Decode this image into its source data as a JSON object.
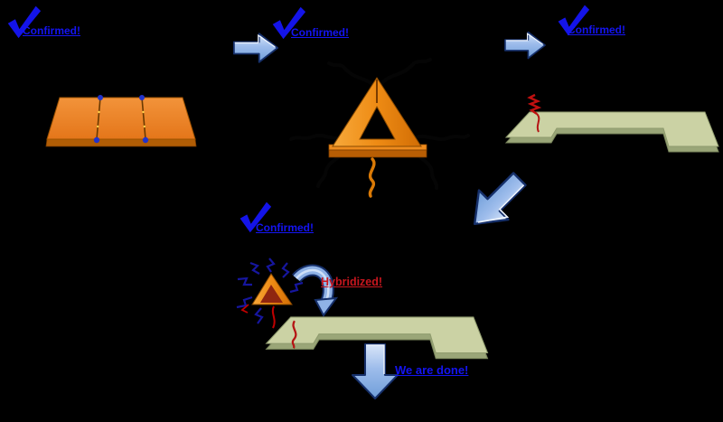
{
  "canvas": {
    "background": "#000000"
  },
  "labels": {
    "step1_status": "Confirmed!",
    "step2_status": "Confirmed!",
    "step3_status": "Confirmed!",
    "step4_status": "Confirmed!",
    "hybridized_annotation": "Hybridized!",
    "final_caption": "We are done!"
  },
  "colors": {
    "background": "#000000",
    "checkmark_blue": "#1414e8",
    "label_blue": "#1414f2",
    "label_red": "#c8161e",
    "panel_orange": "#ed7c1f",
    "panel_orange_dark": "#b15d05",
    "substrate_green": "#cbd2a4",
    "substrate_green_dark": "#9aa678",
    "arrow_fill": "#8fb2e2",
    "arrow_fill_light": "#cfe0f7",
    "arrow_outline": "#16306b",
    "strand_black": "#050505",
    "strand_red": "#c00000",
    "strand_dark_blue": "#16169e",
    "strand_orange": "#db7a06",
    "hinge_dot_blue": "#2233cc"
  }
}
